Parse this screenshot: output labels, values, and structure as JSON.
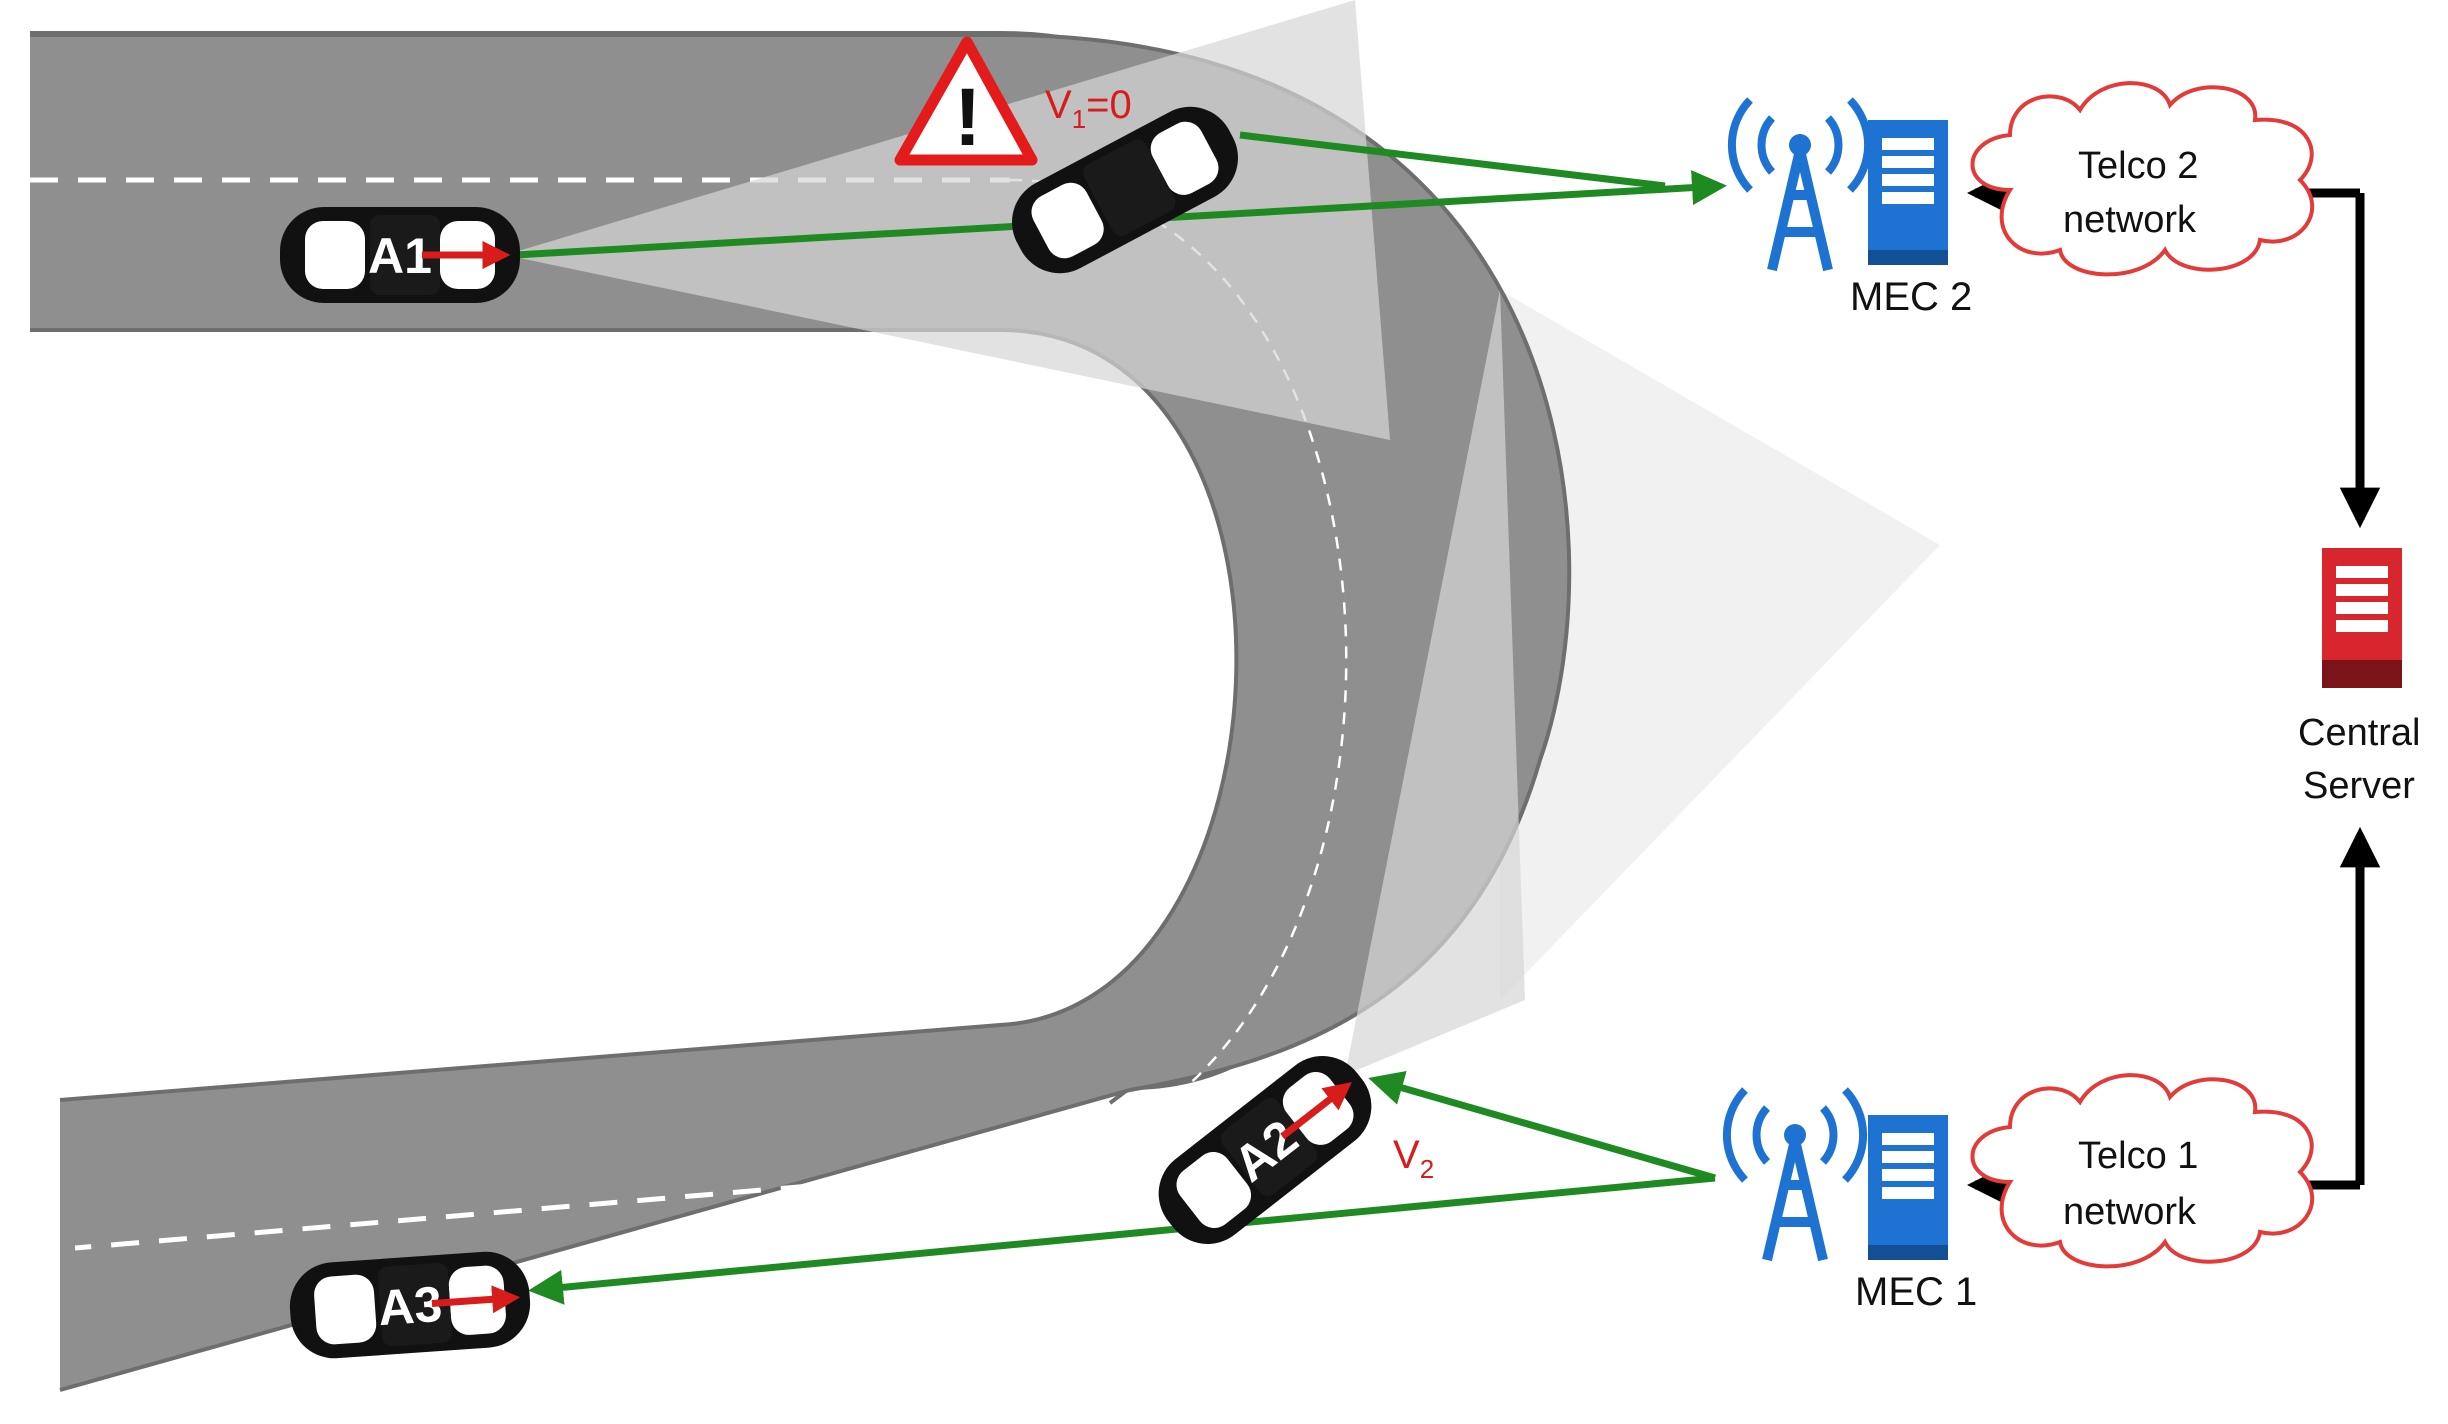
{
  "labels": {
    "car_a1": "A1",
    "car_a2": "A2",
    "car_a3": "A3",
    "v1": "V",
    "v1_sub": "1",
    "v1_val": "=0",
    "v2": "V",
    "v2_sub": "2",
    "mec1": "MEC 1",
    "mec2": "MEC 2",
    "telco1_line1": "Telco 1",
    "telco1_line2": "network",
    "telco2_line1": "Telco 2",
    "telco2_line2": "network",
    "server_line1": "Central",
    "server_line2": "Server",
    "warning_symbol": "!"
  },
  "colors": {
    "road": "#8f8f8f",
    "road_edge": "#6e6e6e",
    "sensor_cone": "#d6d6d6",
    "link": "#1f8a22",
    "arrow": "#000000",
    "vehicle": "#111111",
    "velocity": "#d81b1b",
    "tower": "#1e73d2",
    "mec_server": "#1e73d2",
    "central_server": "#d8262e",
    "cloud_outline": "#e33a3a",
    "warning": "#e31b1b",
    "label_red": "#d81b1b"
  },
  "icons": [
    "cell-tower-icon",
    "server-icon",
    "cloud-icon",
    "warning-icon",
    "car-icon"
  ]
}
